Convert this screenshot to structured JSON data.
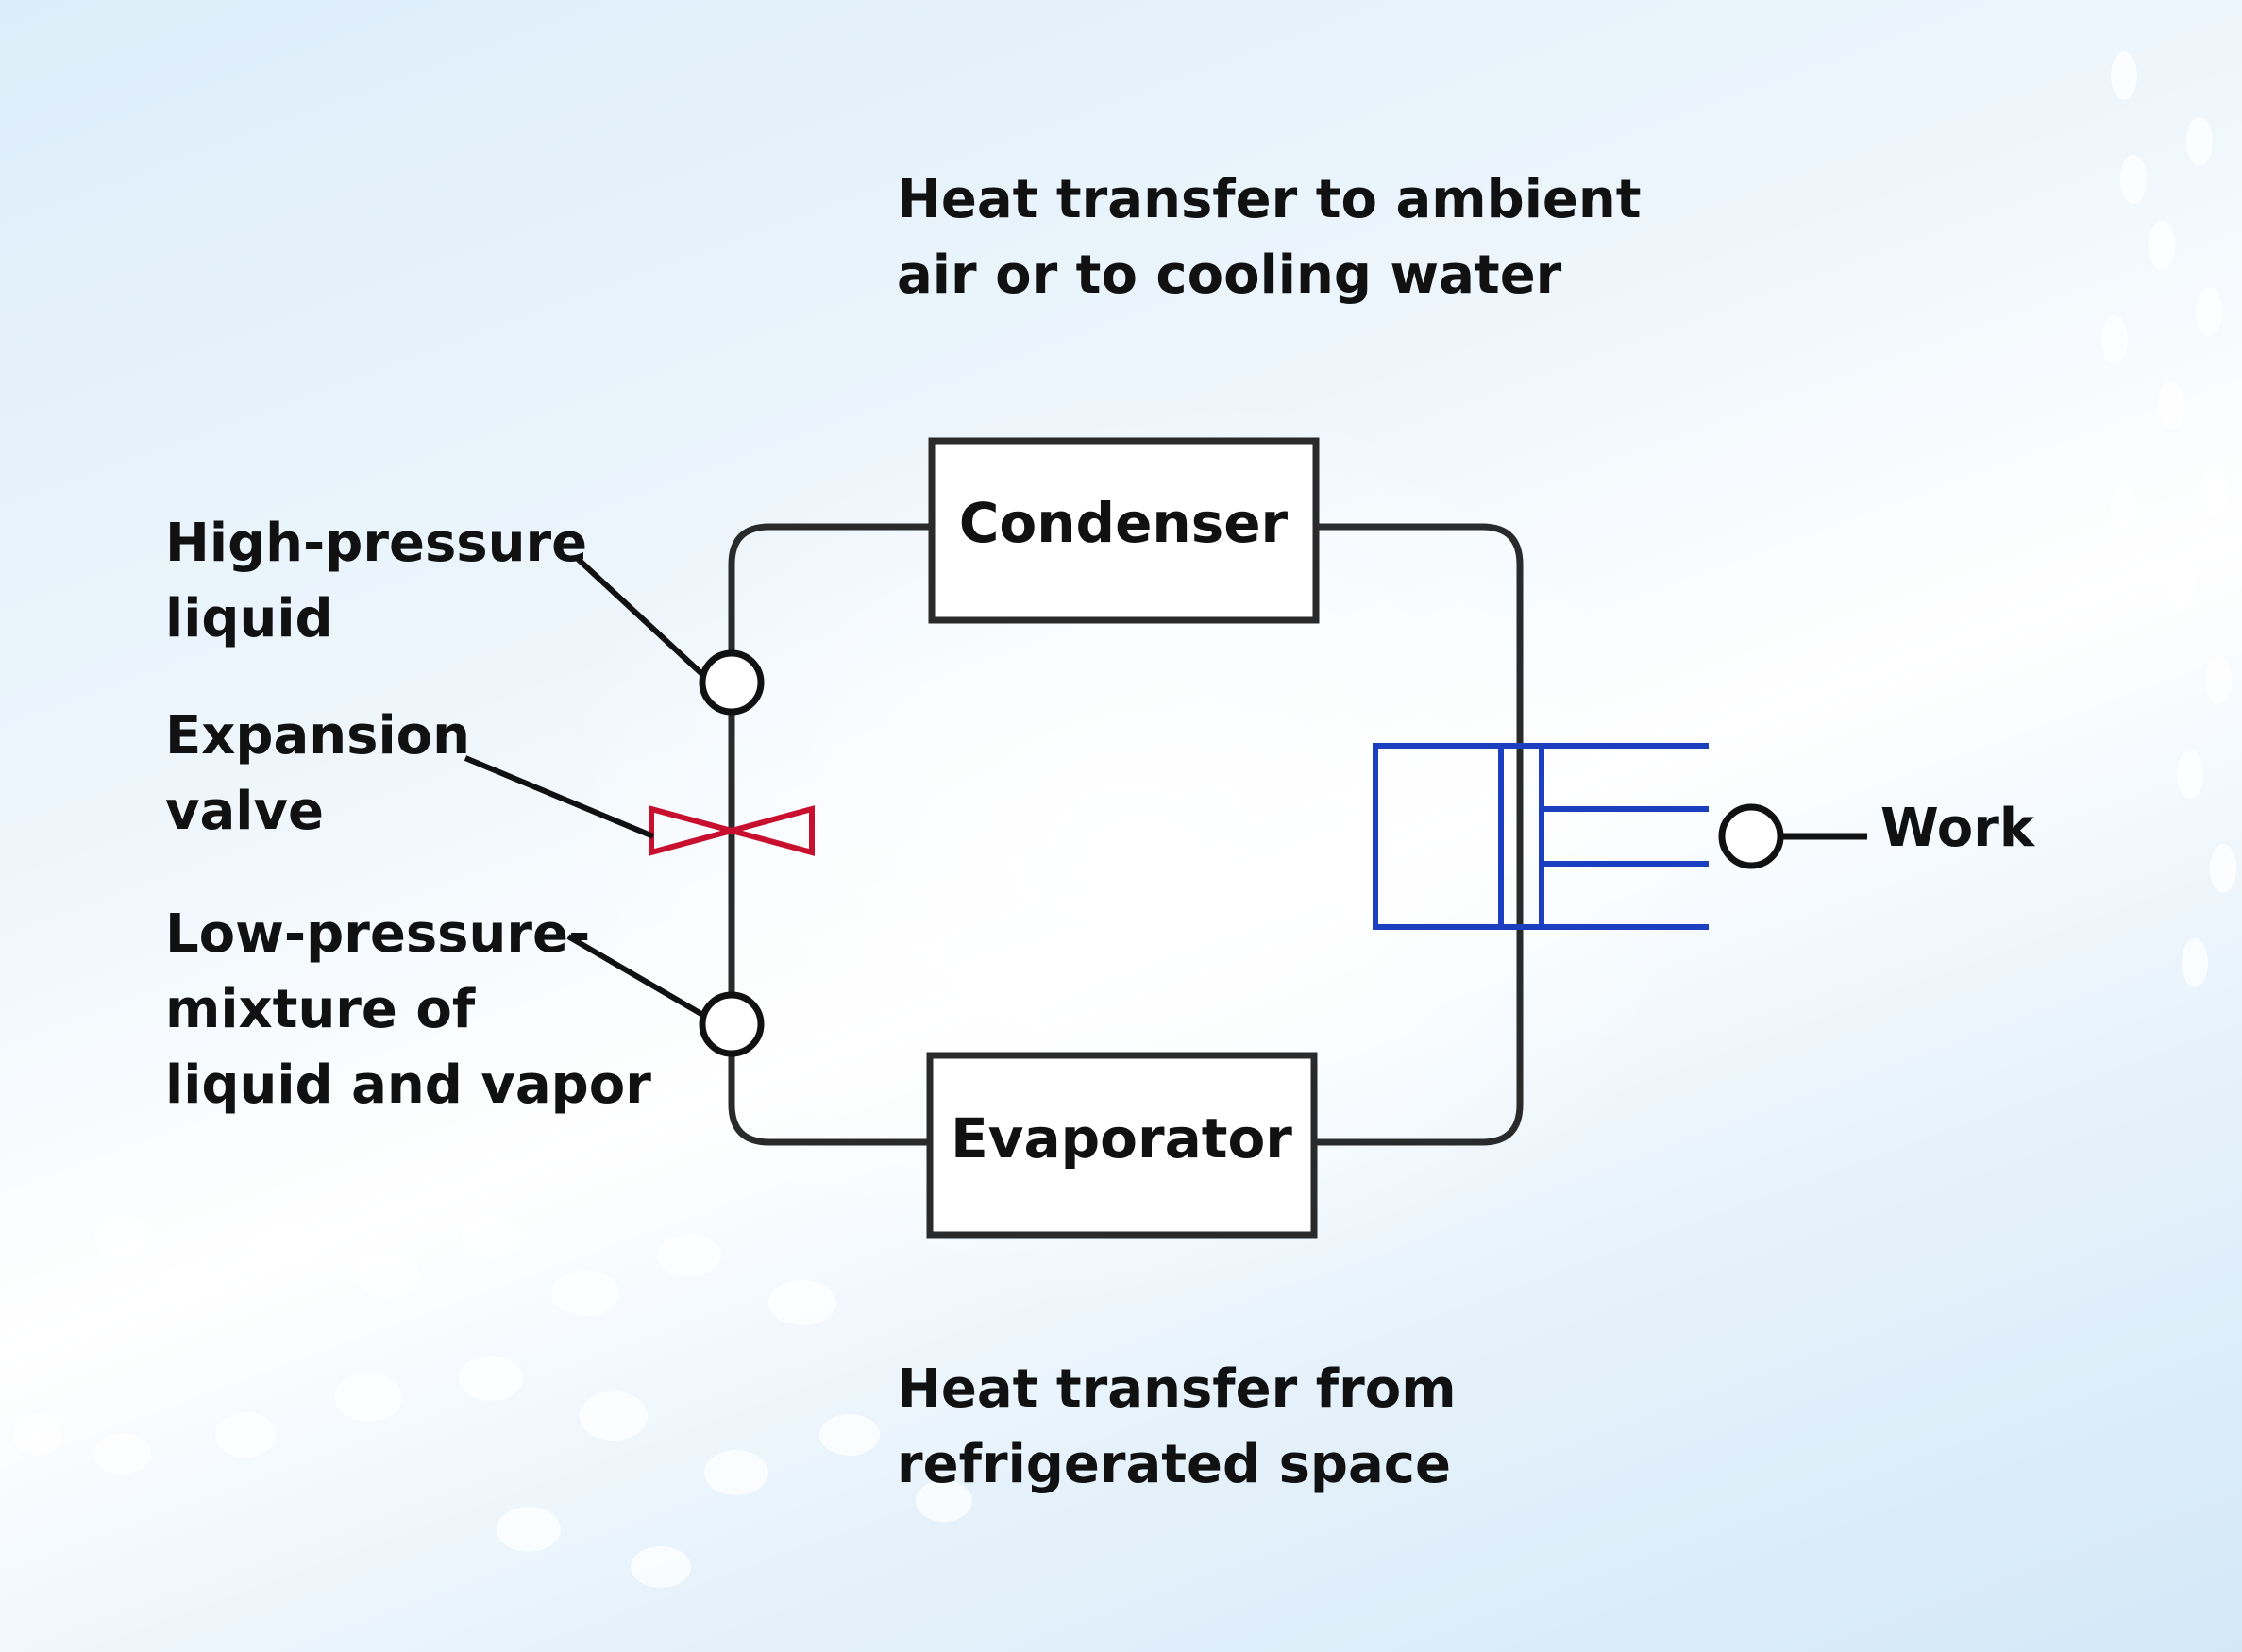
{
  "diagram": {
    "top_caption": [
      "Heat transfer to ambient",
      "air or to cooling water"
    ],
    "bottom_caption": [
      "Heat transfer from",
      "refrigerated space"
    ],
    "condenser": "Condenser",
    "evaporator": "Evaporator",
    "high_pressure_label": [
      "High-pressure",
      "liquid"
    ],
    "expansion_label": [
      "Expansion",
      "valve"
    ],
    "low_pressure_label": [
      "Low-pressure-",
      "mixture of",
      "liquid and vapor"
    ],
    "work_label": "Work"
  },
  "colors": {
    "line": "#2a2a2a",
    "valve": "#c8102e",
    "compressor": "#1c3fbf",
    "text": "#111111"
  }
}
